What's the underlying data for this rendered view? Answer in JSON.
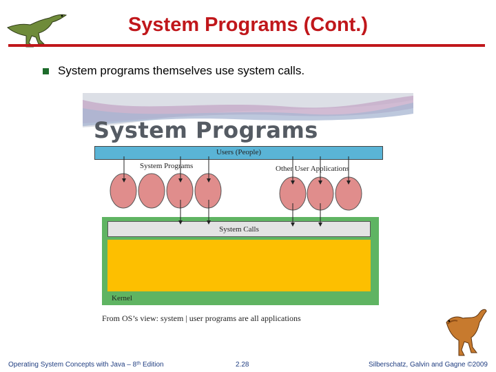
{
  "slide": {
    "title": "System Programs (Cont.)",
    "bullet": "System programs themselves use system calls."
  },
  "figure": {
    "heading": "System Programs",
    "users_label": "Users (People)",
    "system_programs_label": "System Programs",
    "other_apps_label": "Other User Applications",
    "system_calls_label": "System Calls",
    "kernel_label": "Kernel",
    "caption": "From OS’s view: system | user programs are all applications"
  },
  "footer": {
    "left": "Operating System Concepts with Java – 8ᵗʰ Edition",
    "center": "2.28",
    "right": "Silberschatz, Galvin and Gagne ©2009"
  },
  "colors": {
    "title": "#c0171b",
    "users_bar": "#5ab4d6",
    "ovals": "#e08d8c",
    "kernel_frame": "#5fb462",
    "kernel_body": "#fdbf00",
    "footer_text": "#1f3d80"
  },
  "icons": {
    "top_left": "dinosaur-icon",
    "bottom_right": "dinosaur-icon",
    "bullet": "square-bullet-icon"
  }
}
